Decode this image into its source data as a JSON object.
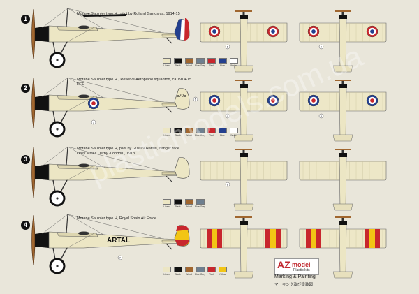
{
  "watermark": "plasticmodels.com.ua",
  "profiles": [
    {
      "number": "1",
      "caption": "Morane Saulnier type H , pilot by Roland Garros ca. 1914-15",
      "serial": "",
      "fuselage_text": "",
      "rudder": "french-tricolor",
      "swatches": [
        "Linen",
        "Black",
        "Wood",
        "Blue Grey",
        "Red",
        "Blue",
        "White"
      ]
    },
    {
      "number": "2",
      "caption": "Morane Saulnier type H , Reserve Aeroplane squadron, ca 1914-15",
      "caption2": "RFC",
      "serial": "5705",
      "fuselage_text": "",
      "rudder": "plain",
      "swatches": [
        "Linen",
        "Black",
        "Wood",
        "Blue Grey",
        "Red",
        "Blue",
        "White"
      ]
    },
    {
      "number": "3",
      "caption": "Morane Saulnier type H, pilot by Gustav Hamel, danger race",
      "caption2": "Daily Mail`s  Derby -London , 1913",
      "serial": "",
      "fuselage_text": "",
      "rudder": "plain",
      "swatches": [
        "Linen",
        "Black",
        "Wood",
        "Blue Grey"
      ]
    },
    {
      "number": "4",
      "caption": "Morane Saulnier type H, Royal Spain Air Force",
      "serial": "",
      "fuselage_text": "ARTAL",
      "rudder": "spanish",
      "swatches": [
        "Linen",
        "Black",
        "Wood",
        "Blue Grey",
        "Red",
        "Yellow"
      ]
    }
  ],
  "swatch_colors": {
    "Linen": "#ece6c4",
    "Black": "#111111",
    "Wood": "#a0662f",
    "Blue Grey": "#6e7f8f",
    "Red": "#c8272d",
    "Blue": "#233f8e",
    "White": "#ffffff",
    "Yellow": "#f2c515"
  },
  "callouts": [
    "1",
    "2",
    "3",
    "4",
    "5",
    "6",
    "7",
    "8"
  ],
  "brand": {
    "az": "AZ",
    "model": "model",
    "kits": "Plastic kits"
  },
  "marking_title": "Marking & Painting",
  "marking_jp": "マーキング及び塗装図"
}
